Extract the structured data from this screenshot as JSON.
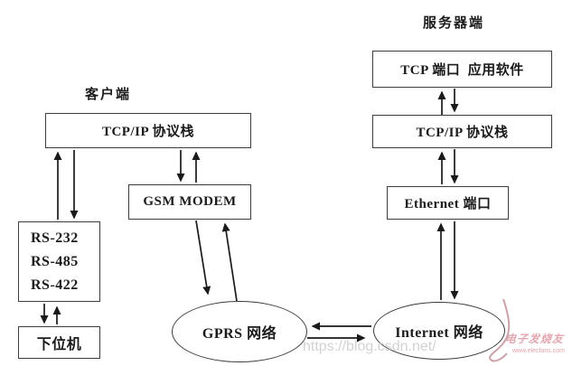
{
  "labels": {
    "client": "客户端",
    "server": "服务器端"
  },
  "nodes": {
    "client_tcpip": "TCP/IP 协议栈",
    "gsm_modem": "GSM MODEM",
    "rs": {
      "l1": "RS-232",
      "l2": "RS-485",
      "l3": "RS-422"
    },
    "lower_machine": "下位机",
    "server_app": "TCP 端口  应用软件",
    "server_tcpip": "TCP/IP 协议栈",
    "ethernet": "Ethernet 端口",
    "gprs": "GPRS 网络",
    "internet": "Internet 网络"
  },
  "watermark": {
    "url": "https://blog.csdn.net/",
    "logo_title": "电子发烧友",
    "logo_site": "www.elecfans.com"
  },
  "colors": {
    "line": "#1a1a1a",
    "box_border": "#3c3c3c",
    "watermark_gray": "#d2d2d2",
    "logo_pink": "#d98b97"
  }
}
